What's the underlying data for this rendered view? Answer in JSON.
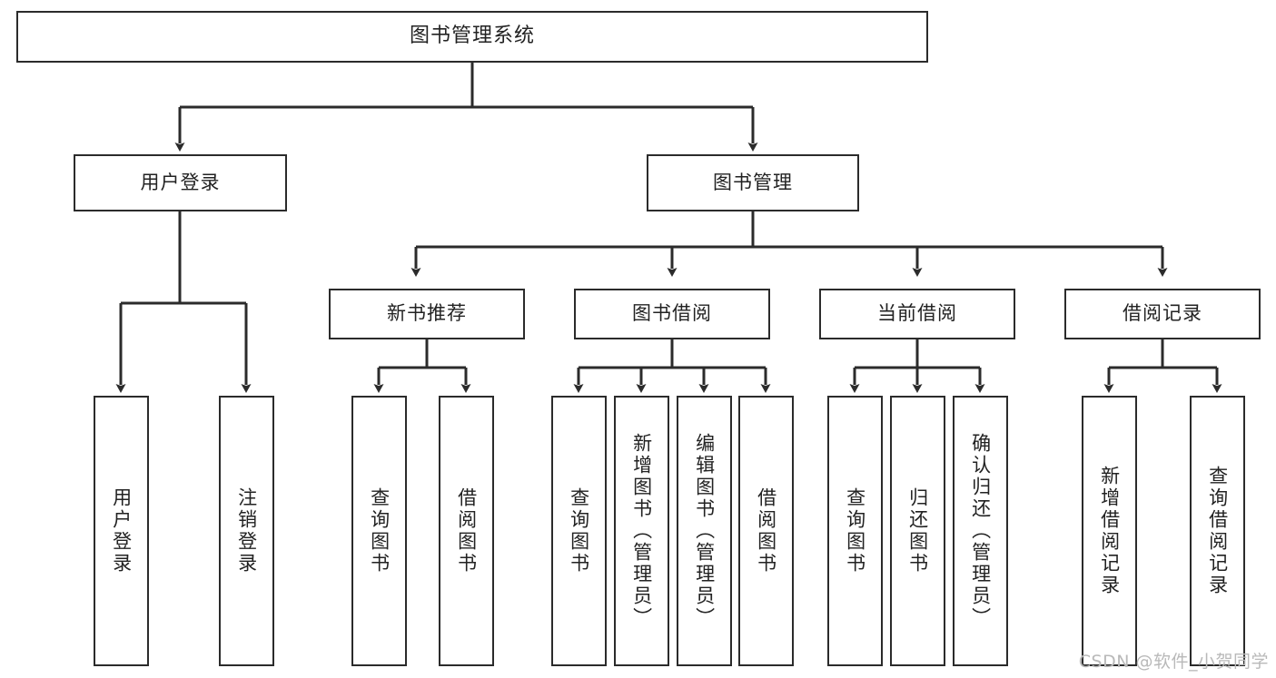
{
  "diagram": {
    "title": "图书管理系统",
    "watermark": "CSDN @软件_小贺同学",
    "stroke_color": "#2b2b2b",
    "background_color": "#ffffff",
    "text_color": "#222222",
    "watermark_color": "#b9b9b9"
  },
  "nodes": {
    "root": {
      "label": "图书管理系统"
    },
    "level2": [
      {
        "label": "用户登录"
      },
      {
        "label": "图书管理"
      }
    ],
    "level3": [
      {
        "label": "新书推荐"
      },
      {
        "label": "图书借阅"
      },
      {
        "label": "当前借阅"
      },
      {
        "label": "借阅记录"
      }
    ],
    "leaves": {
      "user_login": [
        {
          "label": "用户登录"
        },
        {
          "label": "注销登录"
        }
      ],
      "new_book": [
        {
          "label": "查询图书"
        },
        {
          "label": "借阅图书"
        }
      ],
      "book_borrow": [
        {
          "label": "查询图书"
        },
        {
          "label": "新增图书（管理员）"
        },
        {
          "label": "编辑图书（管理员）"
        },
        {
          "label": "借阅图书"
        }
      ],
      "current_borrow": [
        {
          "label": "查询图书"
        },
        {
          "label": "归还图书"
        },
        {
          "label": "确认归还（管理员）"
        }
      ],
      "borrow_record": [
        {
          "label": "新增借阅记录"
        },
        {
          "label": "查询借阅记录"
        }
      ]
    }
  }
}
